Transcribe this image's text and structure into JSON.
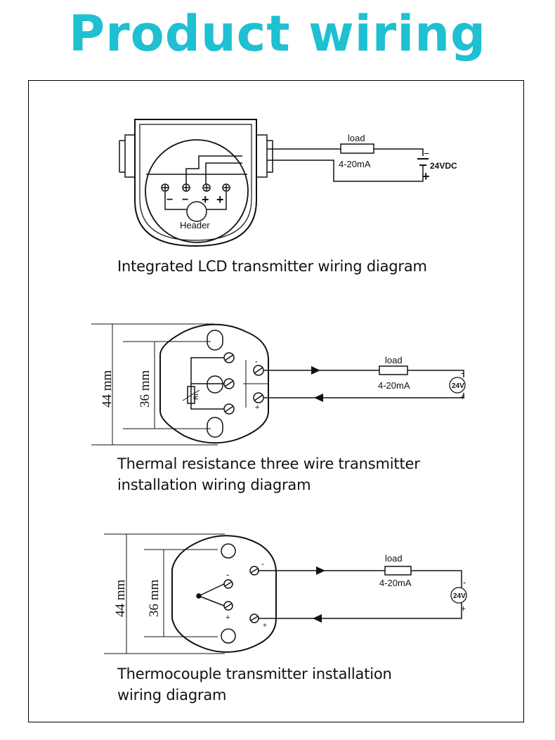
{
  "title": "Product wiring",
  "colors": {
    "title": "#1ec0d2",
    "line": "#111111"
  },
  "diagram1": {
    "caption": "Integrated LCD transmitter wiring diagram",
    "load_label": "load",
    "current_label": "4-20mA",
    "supply_label": "24VDC",
    "minus": "−",
    "plus": "+",
    "header_label": "Header"
  },
  "diagram2": {
    "caption_line1": "Thermal resistance three wire transmitter",
    "caption_line2": "installation wiring diagram",
    "dim_outer": "44 mm",
    "dim_inner": "36 mm",
    "rt_label": "Rt",
    "load_label": "load",
    "current_label": "4-20mA",
    "supply_label": "24V",
    "minus": "-",
    "plus": "+"
  },
  "diagram3": {
    "caption_line1": "Thermocouple transmitter installation",
    "caption_line2": "wiring diagram",
    "dim_outer": "44 mm",
    "dim_inner": "36 mm",
    "load_label": "load",
    "current_label": "4-20mA",
    "supply_label": "24V",
    "minus": "-",
    "plus": "+"
  }
}
